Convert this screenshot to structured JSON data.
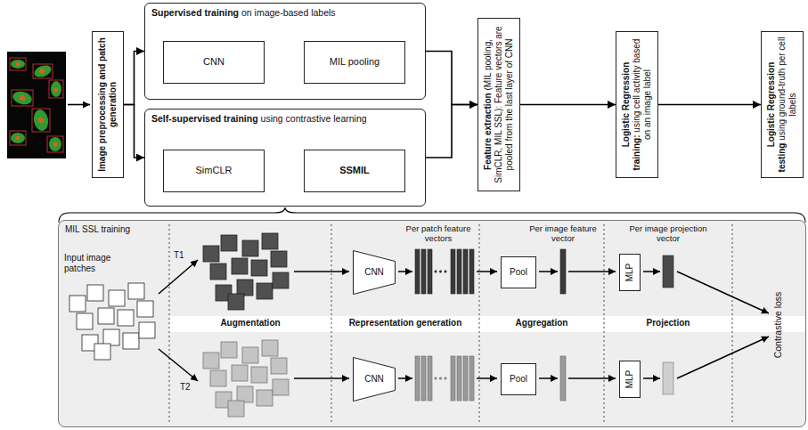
{
  "diagram": {
    "nodes": [
      {
        "text": [
          "Image preprocessing and patch generation"
        ]
      },
      {
        "text": [
          "Supervised training",
          "on image-based labels"
        ]
      },
      {
        "text": [
          "CNN"
        ],
        "in": 1
      },
      {
        "text": [
          "MIL pooling"
        ],
        "in": 1
      },
      {
        "text": [
          "Self-supervised training",
          "using contrastive learning"
        ]
      },
      {
        "text": [
          "SimCLR"
        ],
        "in": 4
      },
      {
        "text": [
          "SSMIL"
        ],
        "in": 4
      },
      {
        "text": [
          "Feature extraction",
          "(MIL pooling, SimCLR, MIL SSL): Feature vectors are pooled from the last layer of CNN"
        ]
      },
      {
        "text": [
          "Logistic Regression training:",
          "using cell activity based on an image label"
        ]
      },
      {
        "text": [
          "Logistic Regression testing",
          "using ground-truth per cell labels"
        ]
      },
      {
        "text": [
          "MIL SSL training"
        ]
      },
      {
        "text": [
          "CNN"
        ],
        "in": 10
      },
      {
        "text": [
          "Pool"
        ],
        "in": 10
      },
      {
        "text": [
          "MLP"
        ],
        "in": 10
      },
      {
        "text": [
          "CNN"
        ],
        "in": 10
      },
      {
        "text": [
          "Pool"
        ],
        "in": 10
      },
      {
        "text": [
          "MLP"
        ],
        "in": 10
      }
    ],
    "edges": [
      {
        "from": 0,
        "to": 1,
        "arrow": "to"
      },
      {
        "from": 0,
        "to": 4,
        "arrow": "to"
      },
      {
        "from": 1,
        "to": 7,
        "arrow": "to"
      },
      {
        "from": 4,
        "to": 7,
        "arrow": "to"
      },
      {
        "from": 7,
        "to": 8,
        "arrow": "to"
      },
      {
        "from": 8,
        "to": 9,
        "arrow": "to"
      }
    ],
    "labels": [
      "Input image patches",
      "T1",
      "Per patch feature vectors",
      "Per image feature vector",
      "Per image projection vector",
      "Augmentation",
      "Representation generation",
      "Aggregation",
      "Projection",
      "T2",
      "Contrastive loss"
    ]
  }
}
